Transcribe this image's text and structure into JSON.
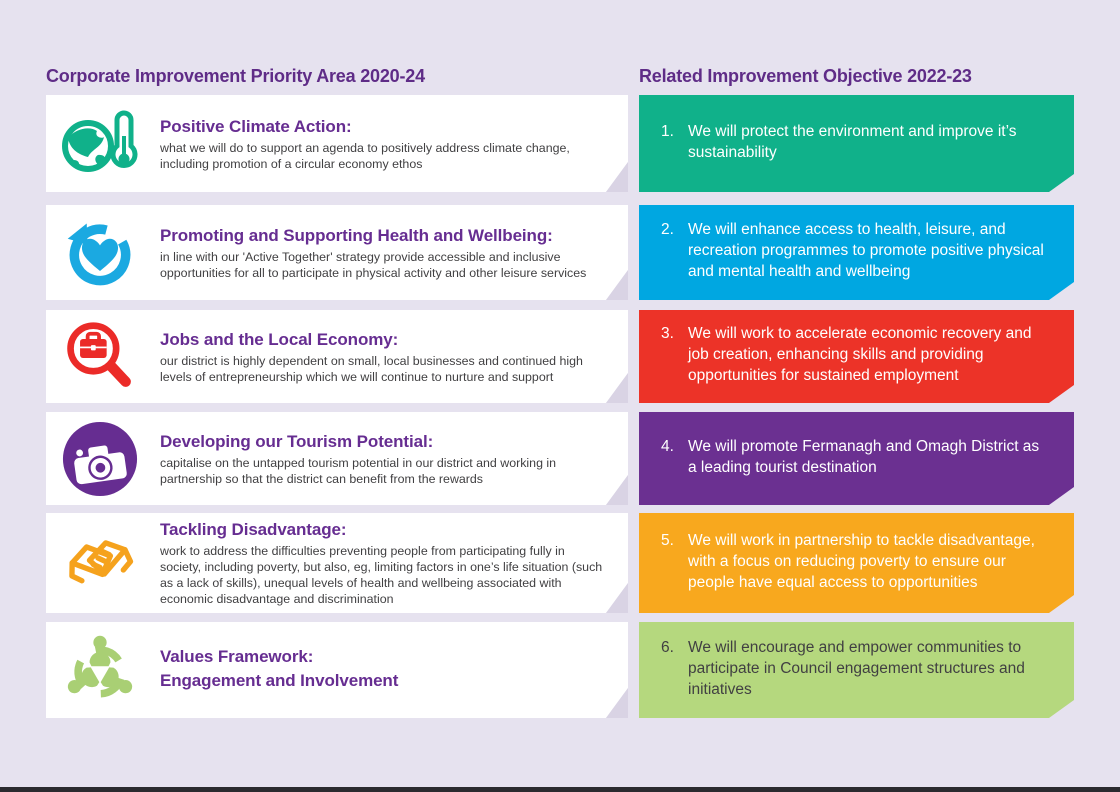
{
  "page": {
    "background": "#E6E2EF",
    "footer_bar_color": "#2B2A2F"
  },
  "headers": {
    "left": "Corporate Improvement Priority Area 2020-24",
    "right": "Related Improvement Objective 2022-23",
    "color": "#5F2C87"
  },
  "rows": [
    {
      "priority": {
        "icon": "globe-thermometer-icon",
        "icon_color": "#10B18A",
        "title": "Positive Climate Action:",
        "body": "what we will do to support an agenda to positively address climate change, including promotion of a circular economy ethos"
      },
      "objective": {
        "number": "1.",
        "text": "We will protect the environment and improve it’s sustainability",
        "bg": "#10B18A",
        "fg": "#FFFFFF"
      }
    },
    {
      "priority": {
        "icon": "cycle-heart-icon",
        "icon_color": "#1BA9E1",
        "title": "Promoting and Supporting Health and Wellbeing:",
        "body": "in line with our 'Active Together' strategy provide accessible and inclusive opportunities for all to participate in physical activity and other leisure services"
      },
      "objective": {
        "number": "2.",
        "text": "We will enhance access to health, leisure, and recreation programmes to promote positive physical and mental health and wellbeing",
        "bg": "#00A7E1",
        "fg": "#FFFFFF"
      }
    },
    {
      "priority": {
        "icon": "magnifier-briefcase-icon",
        "icon_color": "#EB2B28",
        "title": "Jobs and the Local Economy:",
        "body": "our district is highly dependent on small, local businesses and continued high levels of entrepreneurship which we will continue to nurture and support"
      },
      "objective": {
        "number": "3.",
        "text": "We will work to accelerate economic recovery and job creation, enhancing skills and providing opportunities for sustained employment",
        "bg": "#EC3328",
        "fg": "#FFFFFF"
      }
    },
    {
      "priority": {
        "icon": "camera-icon",
        "icon_color": "#662D91",
        "title": "Developing our Tourism Potential:",
        "body": "capitalise on the untapped tourism potential in our district and working in partnership so that the district can benefit from the rewards"
      },
      "objective": {
        "number": "4.",
        "text": "We will promote Fermanagh and Omagh District as a leading tourist destination",
        "bg": "#6B3091",
        "fg": "#FFFFFF"
      }
    },
    {
      "priority": {
        "icon": "handshake-icon",
        "icon_color": "#F5A21D",
        "title": "Tackling Disadvantage:",
        "body": "work to address the difficulties preventing people from participating fully in society, including poverty, but also, eg, limiting factors in one’s life situation (such as a lack of skills), unequal levels of health and wellbeing associated with economic disadvantage and discrimination"
      },
      "objective": {
        "number": "5.",
        "text": "We will work in partnership to tackle disadvantage, with a focus on reducing poverty to ensure our people have equal access to opportunities",
        "bg": "#F8A81E",
        "fg": "#FFFFFF"
      }
    },
    {
      "priority": {
        "icon": "community-icon",
        "icon_color": "#A9CF74",
        "title": "Values Framework:",
        "title_line2": "Engagement and Involvement",
        "body": ""
      },
      "objective": {
        "number": "6.",
        "text": "We will encourage and empower communities to participate in Council engagement structures and initiatives",
        "bg": "#B5D87E",
        "fg": "#414042"
      }
    }
  ]
}
